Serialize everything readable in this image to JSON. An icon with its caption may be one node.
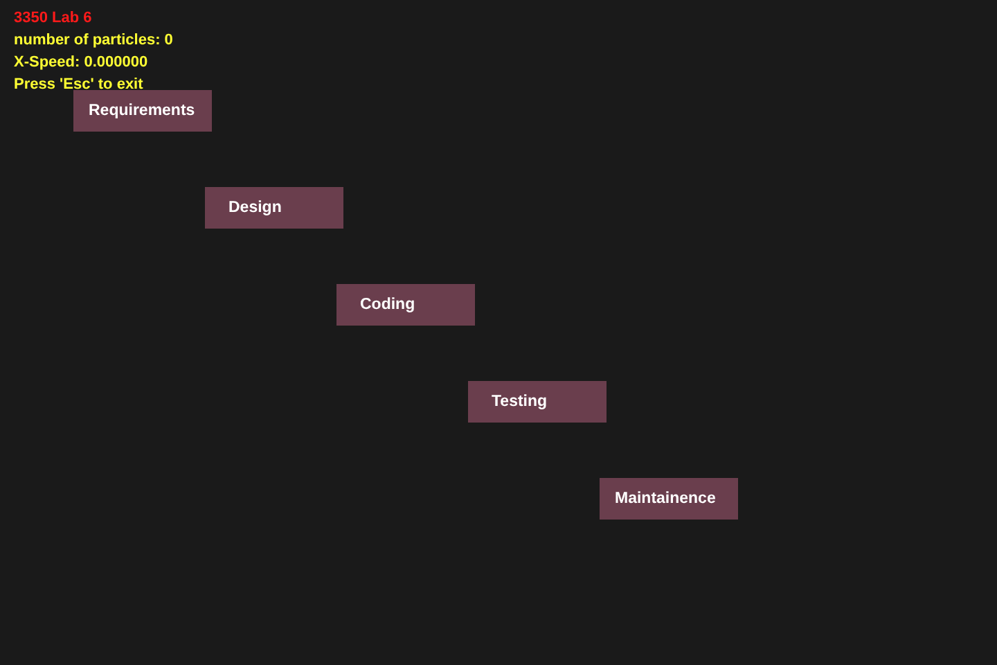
{
  "diagram": {
    "title": "3350 Lab 6",
    "nodes": [
      {
        "text": [
          "Requirements"
        ]
      },
      {
        "text": [
          "Design"
        ]
      },
      {
        "text": [
          "Coding"
        ]
      },
      {
        "text": [
          "Testing"
        ]
      },
      {
        "text": [
          "Maintainence"
        ]
      }
    ],
    "edges": [],
    "labels": [
      "number of particles: 0",
      "X-Speed: 0.000000",
      "Press 'Esc' to exit"
    ]
  }
}
